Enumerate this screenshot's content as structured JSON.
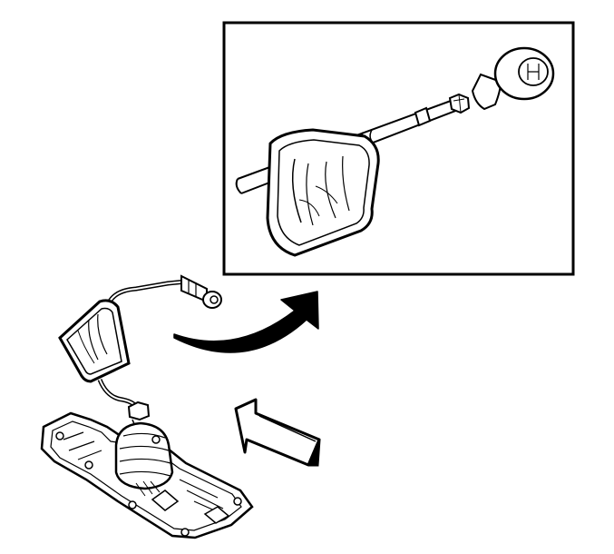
{
  "diagram": {
    "type": "technical-line-illustration",
    "colors": {
      "ink": "#000000",
      "paper": "#ffffff"
    },
    "parts": [
      {
        "name": "detail-inset",
        "icon": "rectangle-frame"
      },
      {
        "name": "shift-knob",
        "icon": "knob"
      },
      {
        "name": "shift-knob-nut",
        "icon": "hex-nut"
      },
      {
        "name": "shift-lever",
        "icon": "rod"
      },
      {
        "name": "shift-boot",
        "icon": "boot"
      },
      {
        "name": "shift-console-base",
        "icon": "base-assembly"
      },
      {
        "name": "detail-arrow",
        "icon": "curved-arrow"
      },
      {
        "name": "view-arrow",
        "icon": "block-arrow"
      }
    ]
  }
}
